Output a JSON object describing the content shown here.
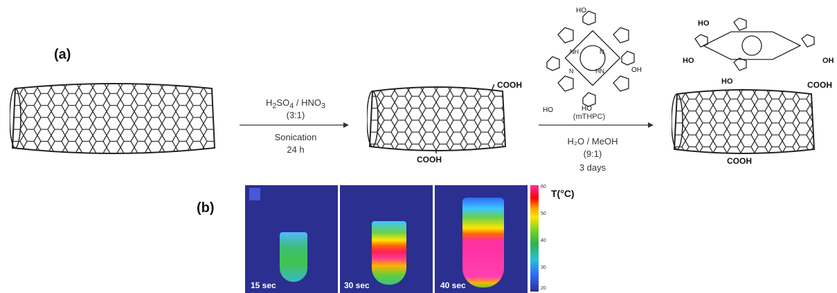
{
  "panels": {
    "a_label": "(a)",
    "b_label": "(b)"
  },
  "step1": {
    "reagents_main": "H",
    "reagents_sub1": "2",
    "reagents_mid": "SO",
    "reagents_sub2": "4",
    "reagents_tail": " / HNO",
    "reagents_sub3": "3",
    "ratio": "(3:1)",
    "method": "Sonication",
    "time": "24 h"
  },
  "step2": {
    "porphyrin_name": "(mTHPC)",
    "solvent": "H₂O / MeOH",
    "ratio": "(9:1)",
    "time": "3 days"
  },
  "groups": {
    "cooh": "COOH",
    "oh": "OH",
    "ho": "HO",
    "nh": "NH",
    "n": "N",
    "hn": "HN"
  },
  "thermal": {
    "frames": [
      "15 sec",
      "30 sec",
      "40 sec"
    ],
    "scale_title": "T(°C)",
    "scale_ticks": [
      "60",
      "50",
      "40",
      "30",
      "20"
    ],
    "colors": {
      "bg": "#2b2f8f",
      "hot": "#ff2fa0",
      "warm": "#ffe600",
      "mid": "#3cc83c",
      "cool": "#33c6e6"
    }
  }
}
